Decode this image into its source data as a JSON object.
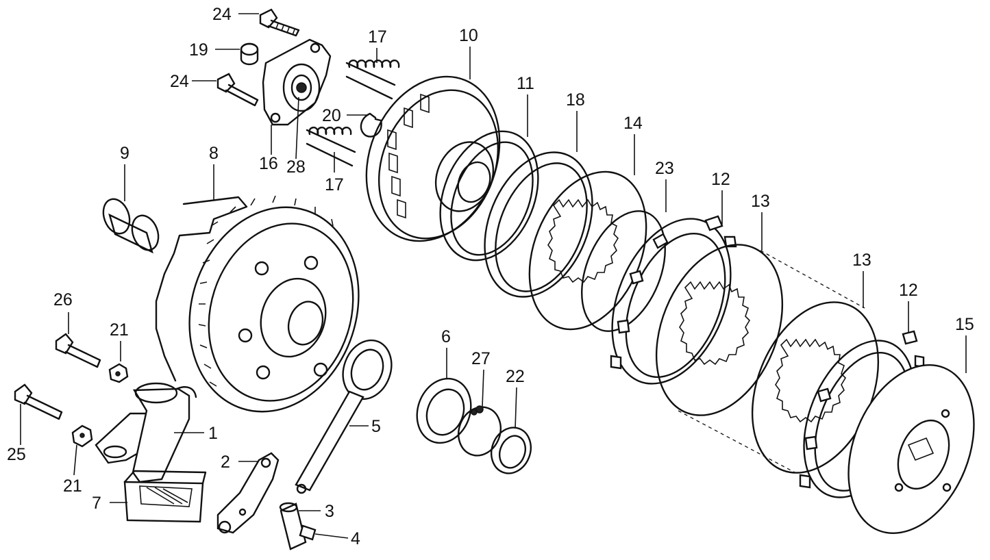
{
  "callouts": {
    "c1": "1",
    "c2": "2",
    "c3": "3",
    "c4": "4",
    "c5": "5",
    "c6": "6",
    "c7": "7",
    "c8": "8",
    "c9": "9",
    "c10": "10",
    "c11": "11",
    "c12a": "12",
    "c12b": "12",
    "c13a": "13",
    "c13b": "13",
    "c14": "14",
    "c15": "15",
    "c16": "16",
    "c17a": "17",
    "c17b": "17",
    "c18": "18",
    "c19": "19",
    "c20": "20",
    "c21a": "21",
    "c21b": "21",
    "c22": "22",
    "c23": "23",
    "c24a": "24",
    "c24b": "24",
    "c25": "25",
    "c26": "26",
    "c27": "27",
    "c28": "28"
  }
}
